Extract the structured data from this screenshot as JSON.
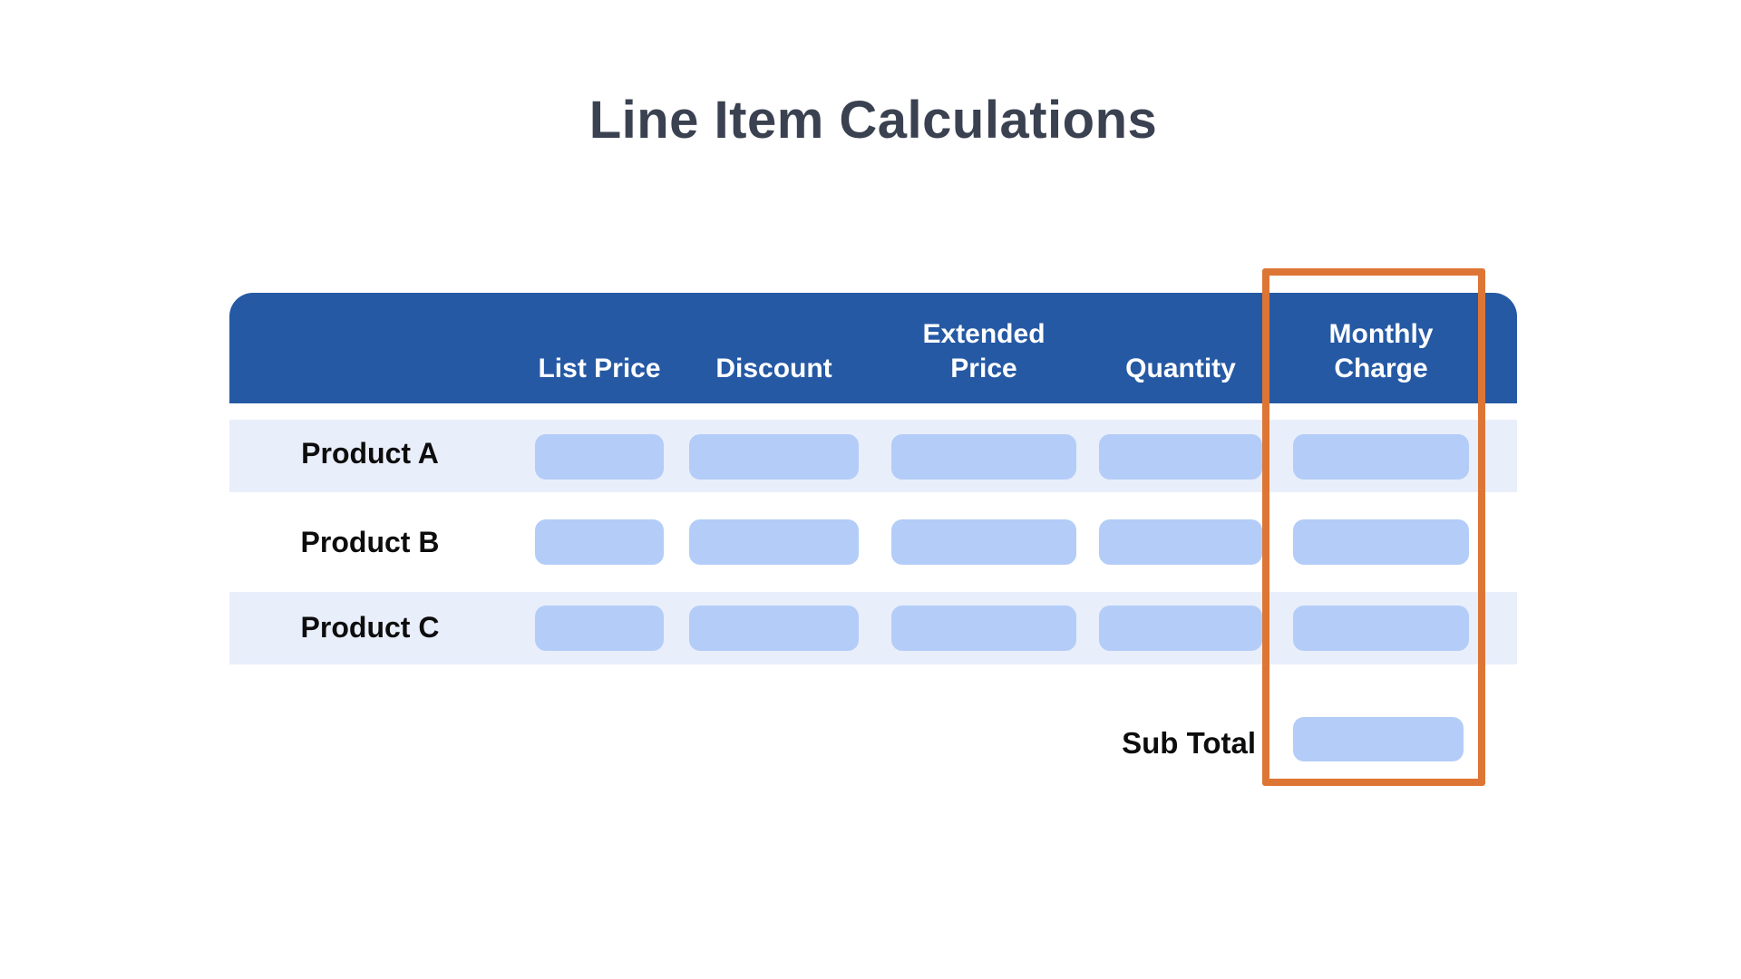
{
  "title": "Line Item Calculations",
  "table": {
    "columns": [
      "",
      "List Price",
      "Discount",
      "Extended Price",
      "Quantity",
      "Monthly Charge"
    ],
    "rows": [
      {
        "name": "Product A"
      },
      {
        "name": "Product B"
      },
      {
        "name": "Product C"
      }
    ]
  },
  "footer": {
    "subtotal_label": "Sub Total"
  },
  "highlight": {
    "target_column": "Monthly Charge"
  },
  "colors": {
    "header_bg": "#2559a4",
    "pill": "#b3cdf8",
    "row_band": "#e9eefb",
    "highlight_stroke": "#dd7635",
    "title_text": "#3a4150"
  }
}
